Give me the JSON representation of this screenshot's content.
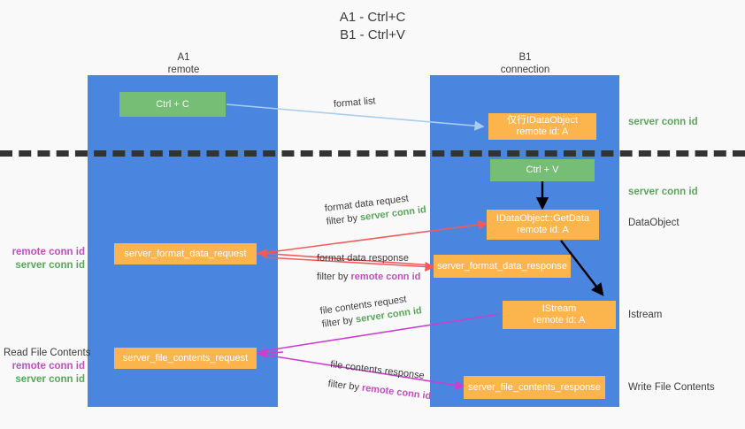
{
  "title": {
    "line1": "A1 - Ctrl+C",
    "line2": "B1 - Ctrl+V"
  },
  "columns": [
    {
      "name": "A1",
      "sub": "remote"
    },
    {
      "name": "B1",
      "sub": "connection"
    }
  ],
  "boxes": {
    "ctrl_c": {
      "label": "Ctrl + C",
      "color": "#76bd76"
    },
    "ctrl_v": {
      "label": "Ctrl + V",
      "color": "#76bd76"
    },
    "idataobject": {
      "line1": "仅行IDataObject",
      "line2": "remote id: A",
      "color": "#fcb44d"
    },
    "getdata": {
      "line1": "IDataObject::GetData",
      "line2": "remote id: A",
      "color": "#fcb44d"
    },
    "istream": {
      "line1": "IStream",
      "line2": "remote id: A",
      "color": "#fcb44d"
    },
    "format_data_request": {
      "label": "server_format_data_request",
      "color": "#fcb44d"
    },
    "format_data_response": {
      "label": "server_format_data_response",
      "color": "#fcb44d"
    },
    "file_contents_request": {
      "label": "server_file_contents_request",
      "color": "#fcb44d"
    },
    "file_contents_response": {
      "label": "server_file_contents_response",
      "color": "#fcb44d"
    }
  },
  "right_annotations": [
    {
      "text": "server conn id",
      "style": "green"
    },
    {
      "text": "server conn id",
      "style": "green"
    },
    {
      "text": "DataObject",
      "style": "plain"
    },
    {
      "text": "Istream",
      "style": "plain"
    },
    {
      "text": "Write File Contents",
      "style": "plain"
    }
  ],
  "left_annotations": {
    "group1": {
      "remote": "remote conn id",
      "server": "server conn id"
    },
    "group2": {
      "heading": "Read File Contents",
      "remote": "remote conn id",
      "server": "server conn id"
    }
  },
  "flow_labels": {
    "format_list": "format list",
    "fdr_l1": "format data request",
    "fdr_l2_prefix": "filter by ",
    "fdr_l2_key": "server conn id",
    "fdresp_l1": "format data response",
    "fdresp_l2_prefix": "filter by ",
    "fdresp_l2_key": "remote conn id",
    "fcr_l1": "file contents request",
    "fcr_l2_prefix": "filter by ",
    "fcr_l2_key": "server conn id",
    "fcresp_l1": "file contents response",
    "fcresp_l2_prefix": "filter by ",
    "fcresp_l2_key": "remote conn id"
  },
  "colors": {
    "lane": "#4a86e0",
    "green_box": "#76bd76",
    "orange_box": "#fcb44d",
    "green_text": "#5aa75a",
    "purple_text": "#c04fc0",
    "arrow_lightblue": "#a8cdf0",
    "arrow_red": "#f05a5a",
    "arrow_magenta": "#cc3fcc",
    "arrow_black": "#000000",
    "background": "#f9f9f9"
  }
}
